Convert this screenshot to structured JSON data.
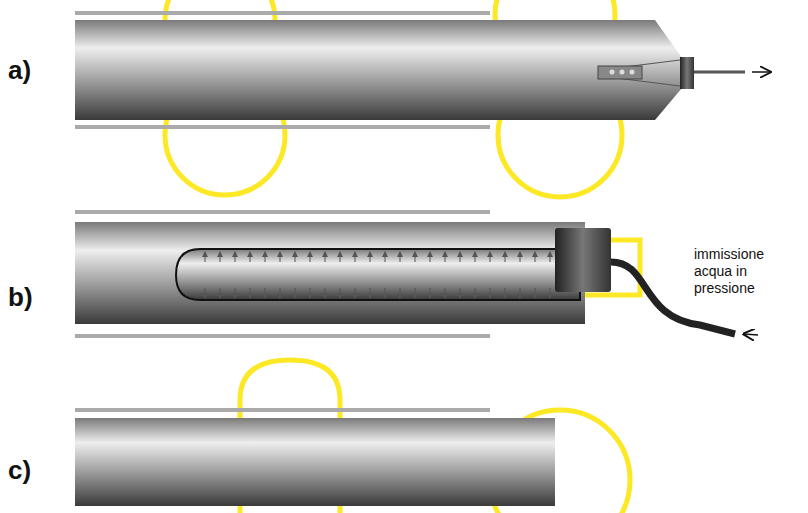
{
  "diagram": {
    "labels": [
      "a)",
      "b)",
      "c)",
      "immissione acqua in pressione"
    ]
  }
}
